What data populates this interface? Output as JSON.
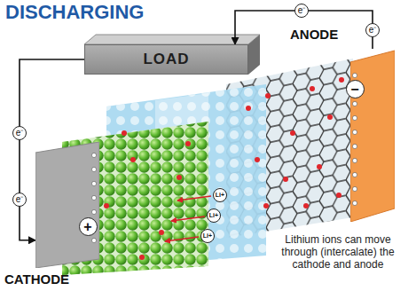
{
  "diagram": {
    "title": "DISCHARGING",
    "nodes": [
      {
        "text": [
          "LOAD"
        ]
      },
      {
        "text": [
          "ANODE"
        ]
      },
      {
        "text": [
          "CATHODE"
        ]
      }
    ],
    "edges": [
      {
        "from": 1,
        "to": 0,
        "arrow": "to"
      },
      {
        "from": 0,
        "to": 2,
        "arrow": "to"
      }
    ],
    "labels": [
      "e⁻",
      "e⁻",
      "e⁻",
      "e⁻",
      "−",
      "+",
      "Li+",
      "Li+",
      "Li+",
      "Lithium ions can move through (intercalate) the cathode and anode"
    ]
  }
}
